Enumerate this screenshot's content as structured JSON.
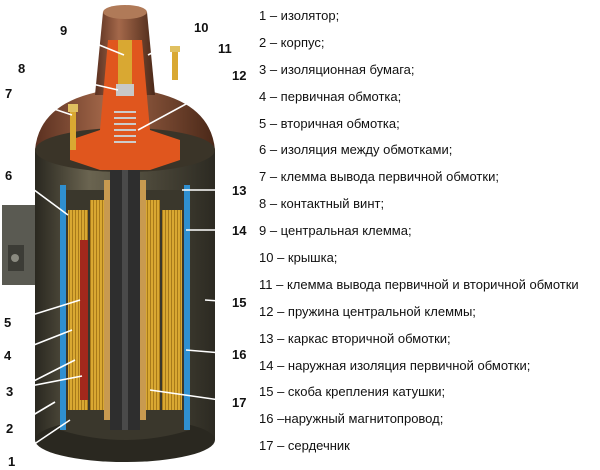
{
  "callouts": [
    "1",
    "2",
    "3",
    "4",
    "5",
    "6",
    "7",
    "8",
    "9",
    "10",
    "11",
    "12",
    "13",
    "14",
    "15",
    "16",
    "17"
  ],
  "legend": [
    "1 – изолятор;",
    "2 – корпус;",
    "3 – изоляционная бумага;",
    "4 – первичная обмотка;",
    "5 – вторичная обмотка;",
    "6 – изоляция между обмотками;",
    "7 – клемма вывода первичной обмотки;",
    "8 – контактный винт;",
    "9 – центральная клемма;",
    "10 – крышка;",
    "11 – клемма вывода первичной и вторичной обмотки",
    "12 – пружина центральной клеммы;",
    "13 – каркас вторичной обмотки;",
    "14 – наружная изоляция первичной обмотки;",
    "15 – скоба крепления катушки;",
    "16 –наружный магнитопровод;",
    "17 – сердечник"
  ],
  "colors": {
    "body": "#4a4636",
    "cap": "#8a4a2a",
    "cap_section": "#e0561e",
    "insulation": "#2f8fd0",
    "winding": "#d9a832",
    "secondary_winding": "#a3281c",
    "core": "#2e2e2e"
  }
}
